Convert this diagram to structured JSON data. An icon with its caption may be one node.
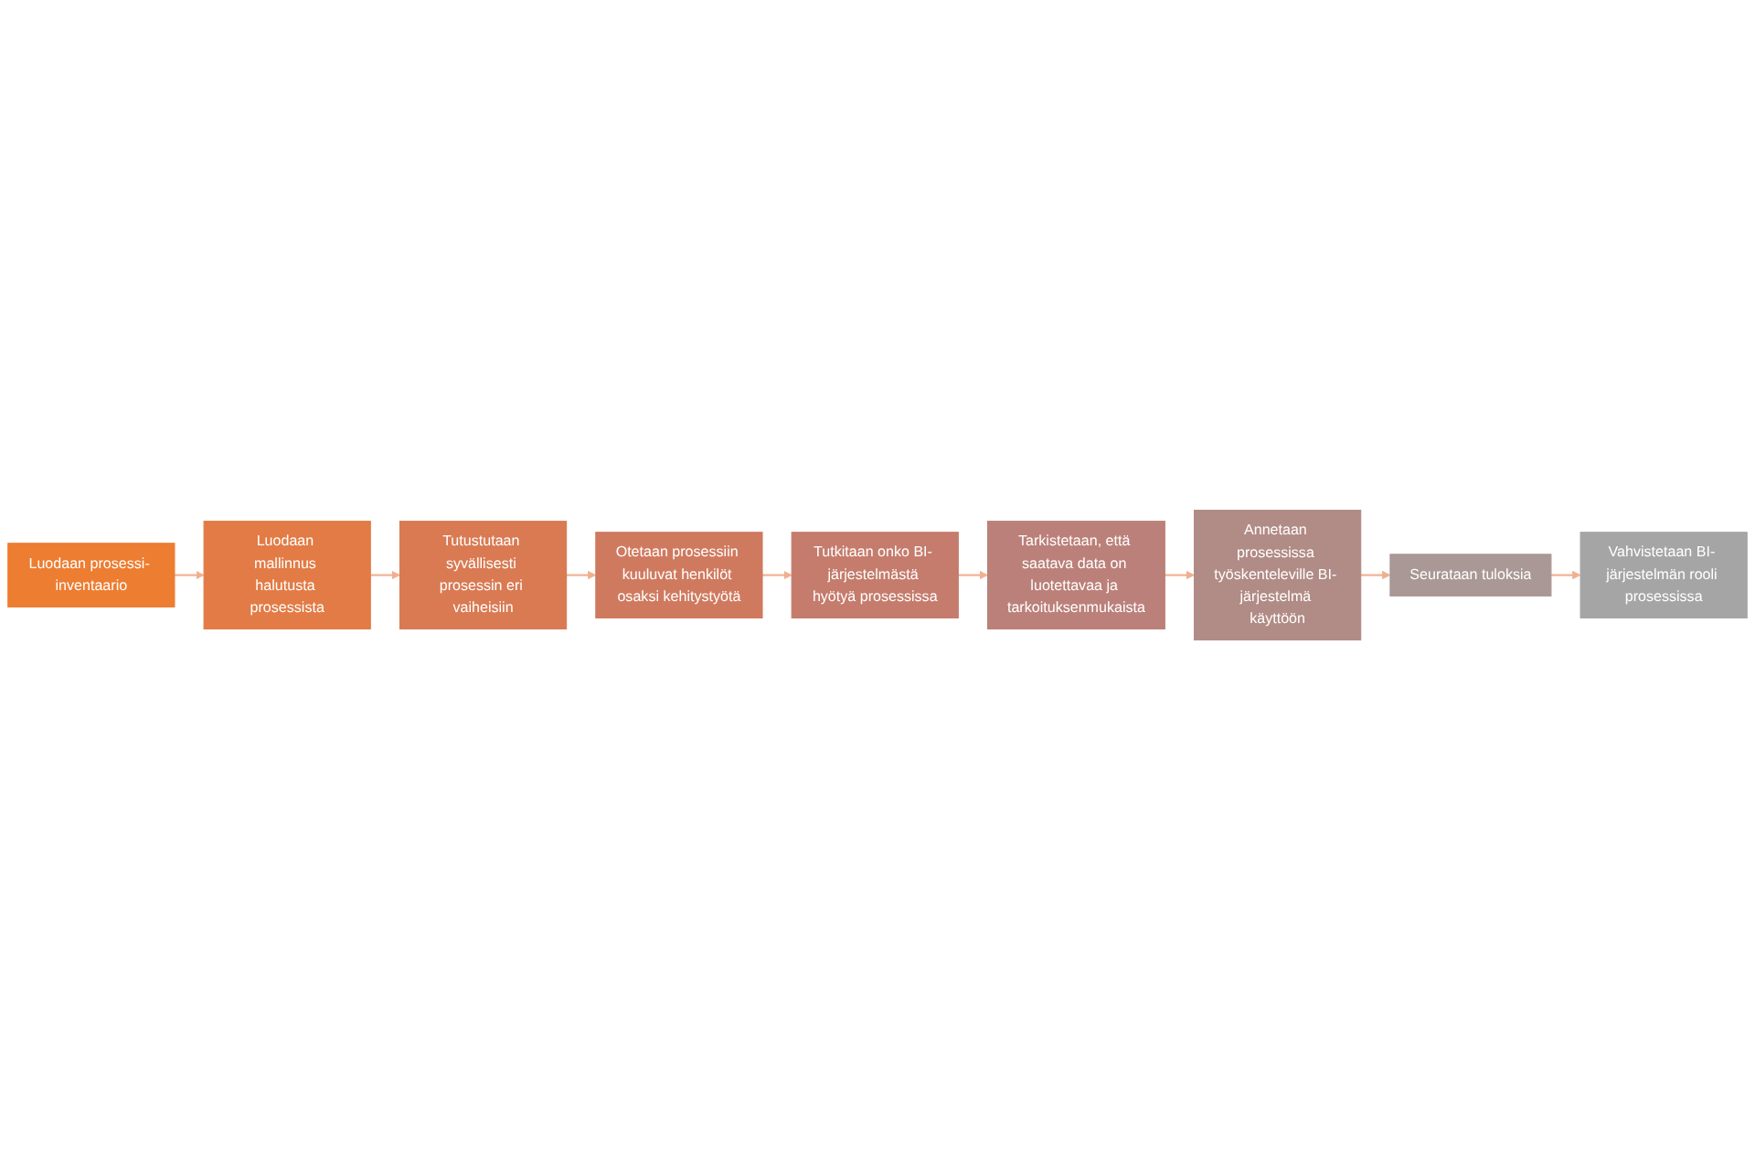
{
  "diagram": {
    "nodes": [
      {
        "text": [
          "Luodaan prosessi- inventaario"
        ]
      },
      {
        "text": [
          "Luodaan mallinnus halutusta prosessista"
        ]
      },
      {
        "text": [
          "Tutustutaan syvällisesti prosessin eri vaiheisiin"
        ]
      },
      {
        "text": [
          "Otetaan prosessiin kuuluvat henkilöt osaksi kehitystyötä"
        ]
      },
      {
        "text": [
          "Tutkitaan onko BI- järjestelmästä hyötyä prosessissa"
        ]
      },
      {
        "text": [
          "Tarkistetaan, että saatava data on luotettavaa ja tarkoituksenmukaista"
        ]
      },
      {
        "text": [
          "Annetaan prosessissa työskenteleville BI- järjestelmä käyttöön"
        ]
      },
      {
        "text": [
          "Seurataan tuloksia"
        ]
      },
      {
        "text": [
          "Vahvistetaan BI- järjestelmän rooli prosessissa"
        ]
      }
    ],
    "edges": [
      {
        "from": 0,
        "to": 1,
        "arrow": "to"
      },
      {
        "from": 1,
        "to": 2,
        "arrow": "to"
      },
      {
        "from": 2,
        "to": 3,
        "arrow": "to"
      },
      {
        "from": 3,
        "to": 4,
        "arrow": "to"
      },
      {
        "from": 4,
        "to": 5,
        "arrow": "to"
      },
      {
        "from": 5,
        "to": 6,
        "arrow": "to"
      },
      {
        "from": 6,
        "to": 7,
        "arrow": "to"
      },
      {
        "from": 7,
        "to": 8,
        "arrow": "to"
      }
    ]
  }
}
